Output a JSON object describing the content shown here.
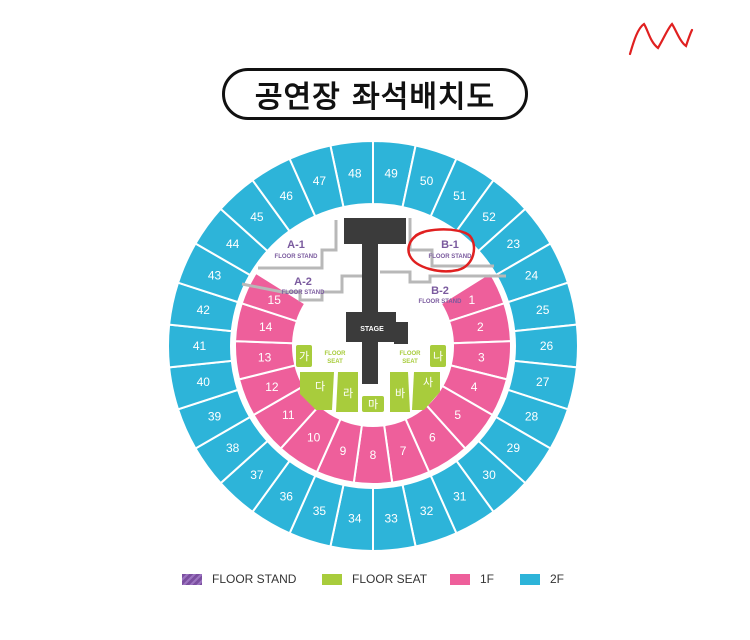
{
  "title": "공연장 좌석배치도",
  "colors": {
    "floor_stand": "#7b4fa0",
    "floor_seat": "#a8cc3c",
    "first_floor": "#ee5f9b",
    "second_floor": "#2db4d9",
    "stage": "#3b3b3b",
    "annotation": "#e02020"
  },
  "stage_label": "STAGE",
  "floor_stands": [
    {
      "id": "A-1",
      "sub": "FLOOR STAND"
    },
    {
      "id": "A-2",
      "sub": "FLOOR STAND"
    },
    {
      "id": "B-1",
      "sub": "FLOOR STAND"
    },
    {
      "id": "B-2",
      "sub": "FLOOR STAND"
    }
  ],
  "floor_seat_label": [
    "FLOOR",
    "SEAT"
  ],
  "floor_seats": [
    "가",
    "나",
    "다",
    "라",
    "마",
    "바",
    "사"
  ],
  "first_floor_sections": [
    "1",
    "2",
    "3",
    "4",
    "5",
    "6",
    "7",
    "8",
    "9",
    "10",
    "11",
    "12",
    "13",
    "14",
    "15"
  ],
  "second_floor_sections": [
    "23",
    "24",
    "25",
    "26",
    "27",
    "28",
    "29",
    "30",
    "31",
    "32",
    "33",
    "34",
    "35",
    "36",
    "37",
    "38",
    "39",
    "40",
    "41",
    "42",
    "43",
    "44",
    "45",
    "46",
    "47",
    "48",
    "49",
    "50",
    "51",
    "52"
  ],
  "legend": [
    {
      "label": "FLOOR STAND",
      "key": "floor_stand"
    },
    {
      "label": "FLOOR SEAT",
      "key": "floor_seat"
    },
    {
      "label": "1F",
      "key": "first_floor"
    },
    {
      "label": "2F",
      "key": "second_floor"
    }
  ],
  "annotation": {
    "circled_section": "B-1"
  }
}
